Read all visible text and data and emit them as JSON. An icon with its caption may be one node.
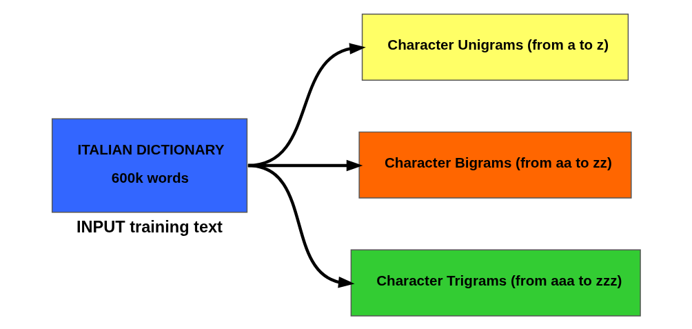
{
  "diagram": {
    "nodes": [
      {
        "text": [
          "ITALIAN DICTIONARY",
          "600k words"
        ],
        "beside": [
          "INPUT training text"
        ]
      },
      {
        "text": [
          "Character Unigrams (from a to z)"
        ]
      },
      {
        "text": [
          "Character Bigrams (from aa to zz)"
        ]
      },
      {
        "text": [
          "Character Trigrams (from aaa to zzz)"
        ]
      }
    ],
    "edges": [
      {
        "from": 0,
        "to": 1,
        "arrow": "to"
      },
      {
        "from": 0,
        "to": 2,
        "arrow": "to"
      },
      {
        "from": 0,
        "to": 3,
        "arrow": "to"
      }
    ]
  }
}
